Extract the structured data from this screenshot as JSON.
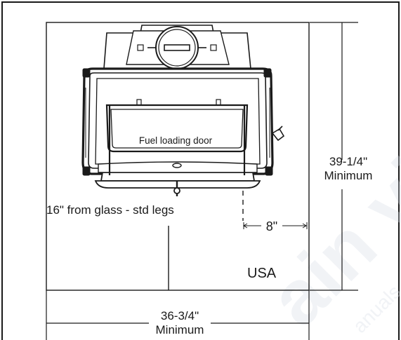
{
  "labels": {
    "fuel_door": "Fuel loading door",
    "depth_height": "39-1/4\"",
    "depth_min": "Minimum",
    "legs_note": "16\" from glass - std legs",
    "side_gap": "8\"",
    "region": "USA",
    "width": "36-3/4\"",
    "width_min": "Minimum"
  },
  "watermark": {
    "big": "ain view",
    "small": "anuals.c"
  },
  "colors": {
    "line": "#1a1a1a",
    "watermark": "#d8dde6"
  }
}
